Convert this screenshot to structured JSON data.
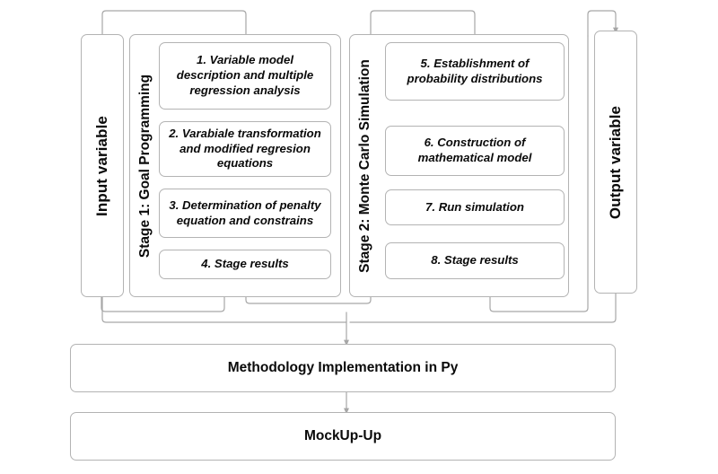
{
  "diagram": {
    "title": "Two-stage methodology flowchart",
    "colors": {
      "background": "#ffffff",
      "border": "#b3b3b3",
      "connector": "#a6a6a6",
      "text": "#0a0a0a"
    }
  },
  "input": {
    "label": "Input variable"
  },
  "output": {
    "label": "Output variable"
  },
  "stages": [
    {
      "label": "Stage 1: Goal Programming",
      "steps": [
        {
          "label": "1. Variable model description and multiple regression analysis"
        },
        {
          "label": "2.  Varabiale transformation and modified regresion equations"
        },
        {
          "label": "3. Determination of penalty equation and constrains"
        },
        {
          "label": "4. Stage results"
        }
      ]
    },
    {
      "label": "Stage 2: Monte Carlo Simulation",
      "steps": [
        {
          "label": "5. Establishment of probability distributions"
        },
        {
          "label": "6. Construction of mathematical model"
        },
        {
          "label": "7. Run simulation"
        },
        {
          "label": "8. Stage results"
        }
      ]
    }
  ],
  "footer": {
    "implementation": "Methodology Implementation in Py",
    "mockup": "MockUp-Up"
  }
}
